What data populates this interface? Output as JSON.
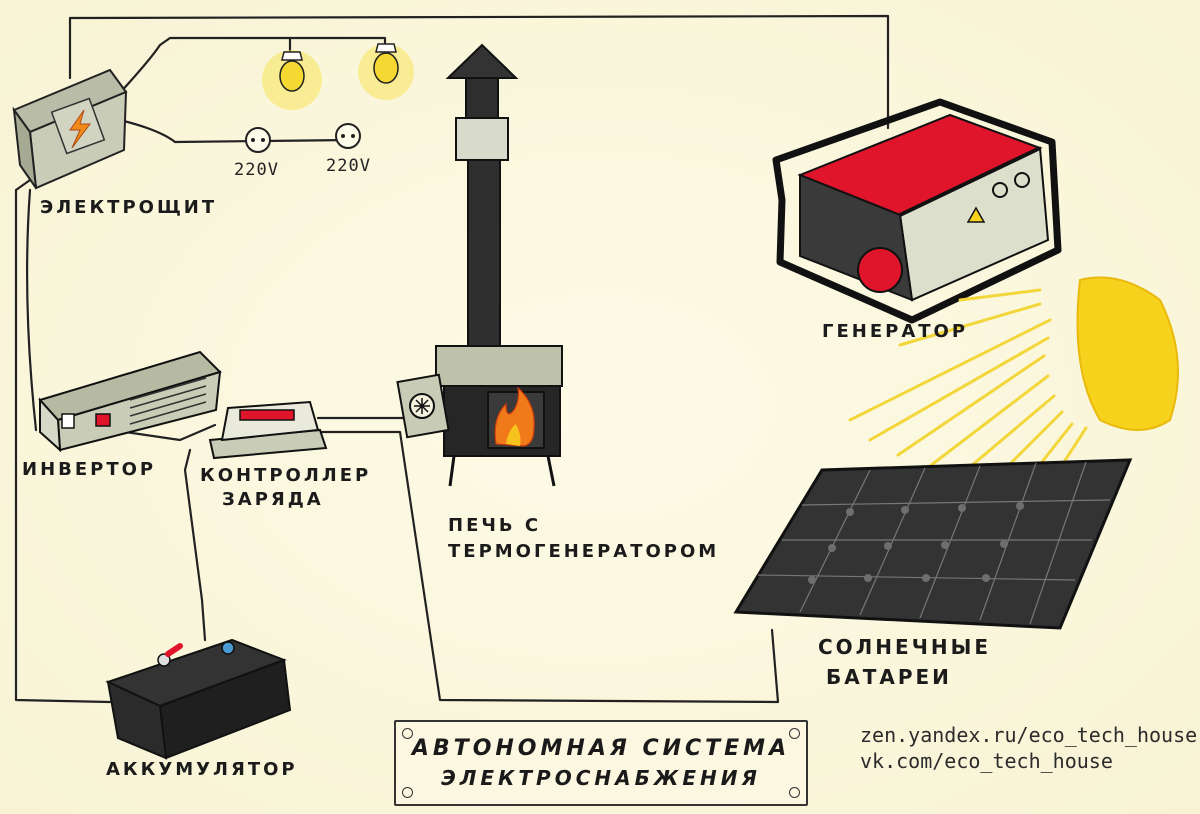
{
  "labels": {
    "panel": "электрощит",
    "socket_left": "220V",
    "socket_right": "220V",
    "generator": "генератор",
    "inverter": "инвертор",
    "controller": [
      "контроллер",
      "заряда"
    ],
    "stove": [
      "печь с",
      "термогенератором"
    ],
    "solar": [
      "солнечные",
      "батареи"
    ],
    "battery": "аккумулятор"
  },
  "title": [
    "автономная система",
    "электроснабжения"
  ],
  "links": [
    "zen.yandex.ru/eco_tech_house",
    "vk.com/eco_tech_house"
  ],
  "colors": {
    "paper": "#fbf8df",
    "ink": "#1b1b1b",
    "generator_red": "#e0152b",
    "sun_yellow": "#f7d21d",
    "fire_orange": "#f07a1a",
    "panel_grey": "#c9ccb6"
  }
}
